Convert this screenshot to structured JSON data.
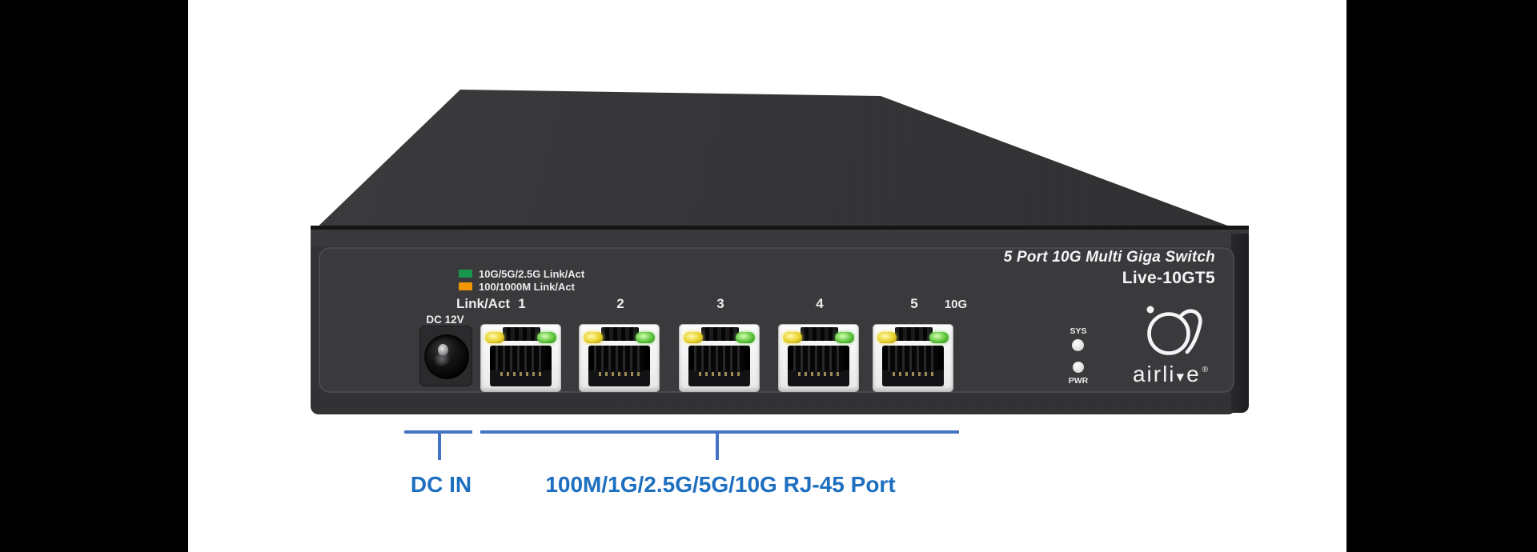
{
  "device": {
    "title": "5 Port 10G Multi Giga Switch",
    "model": "Live-10GT5",
    "legend": [
      {
        "label": "10G/5G/2.5G Link/Act",
        "color": "#18954f"
      },
      {
        "label": "100/1000M Link/Act",
        "color": "#f19504"
      }
    ],
    "link_act_label": "Link/Act",
    "ports": [
      "1",
      "2",
      "3",
      "4",
      "5"
    ],
    "uplink_label": "10G",
    "dc_label": "DC 12V",
    "sys_label": "SYS",
    "pwr_label": "PWR",
    "brand_prefix": "airli",
    "brand_v": "▾",
    "brand_suffix": "e",
    "brand_reg": "®"
  },
  "annotations": {
    "dc_in": "DC IN",
    "rj45": "100M/1G/2.5G/5G/10G  RJ-45 Port"
  },
  "colors": {
    "pillar_bars": "#000000",
    "stage_background": "#ffffff",
    "chassis_front": "#313133",
    "annotation_line": "#4472c4",
    "annotation_text": "#1e6fc0",
    "led_yellow": "#e8d22a",
    "led_green": "#5cc43a",
    "status_led": "#e6e6e8"
  }
}
